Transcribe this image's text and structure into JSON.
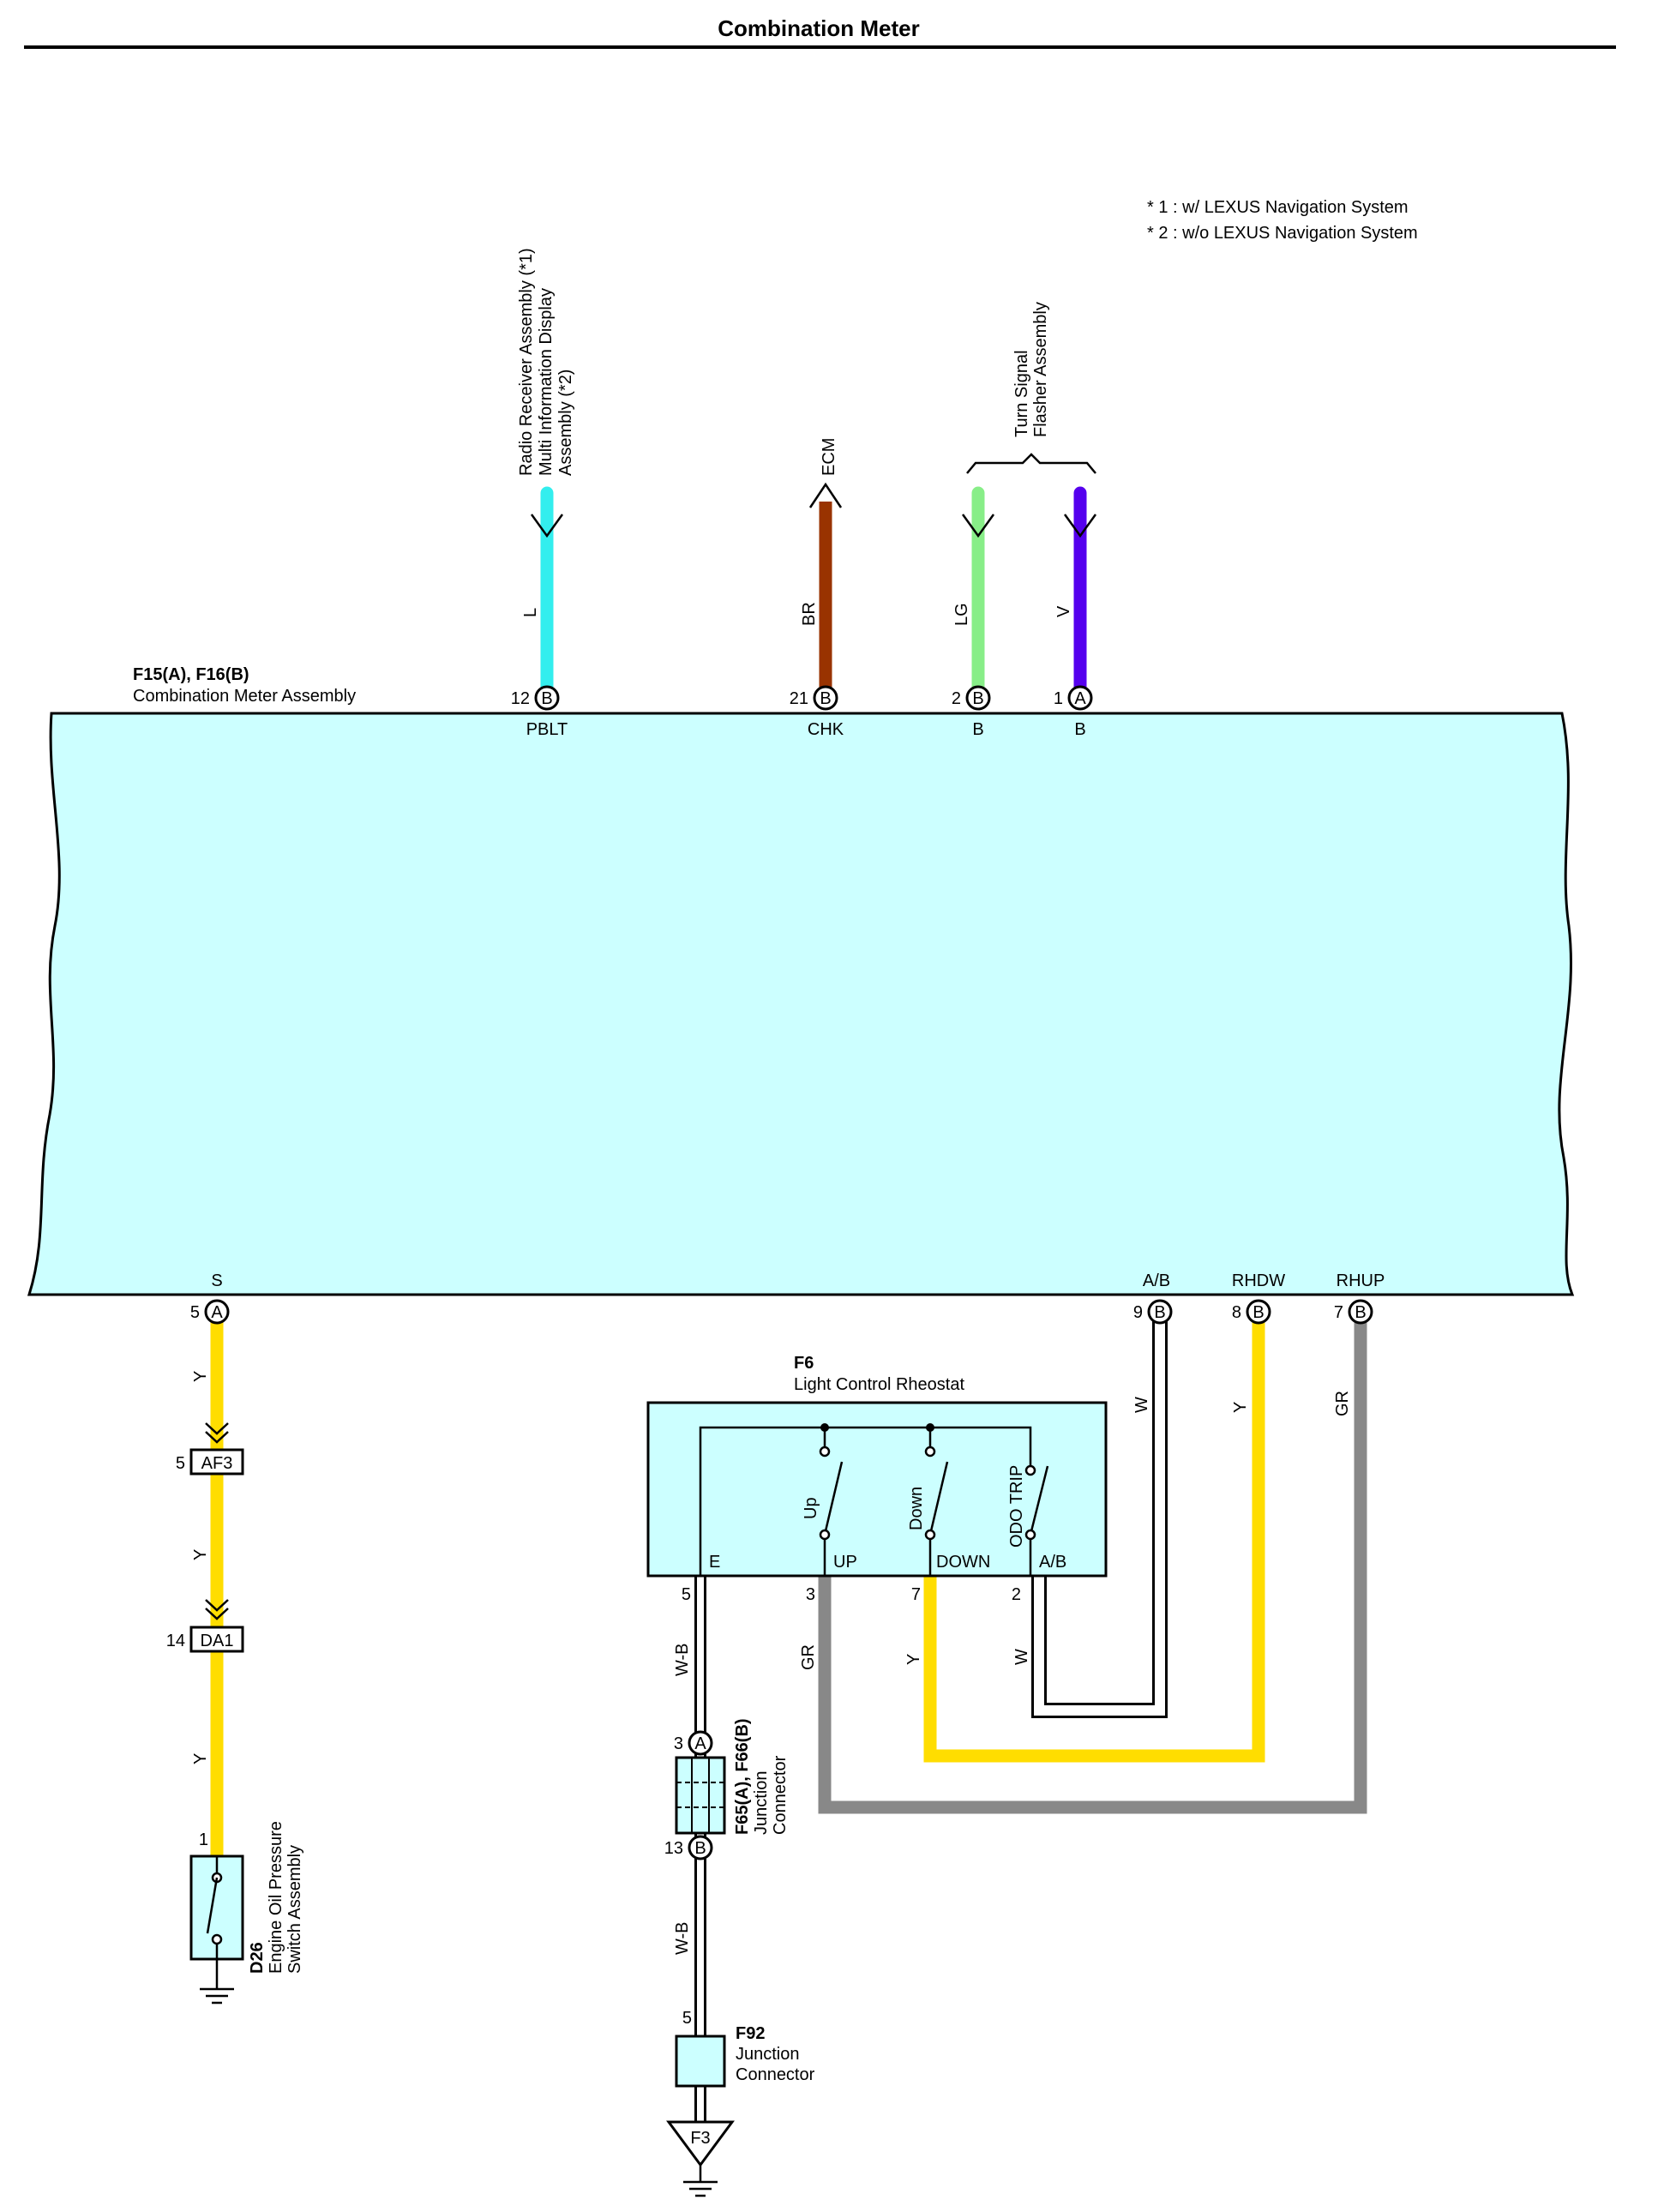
{
  "title": "Combination Meter",
  "notes": [
    "* 1 : w/ LEXUS Navigation System",
    "* 2 : w/o LEXUS Navigation System"
  ],
  "meter": {
    "ref": "F15(A), F16(B)",
    "name": "Combination Meter Assembly"
  },
  "top_pins": [
    {
      "num": "12",
      "conn": "B",
      "term": "PBLT",
      "wire": "L"
    },
    {
      "num": "21",
      "conn": "B",
      "term": "CHK",
      "wire": "BR"
    },
    {
      "num": "2",
      "conn": "B",
      "term": "B",
      "wire": "LG"
    },
    {
      "num": "1",
      "conn": "A",
      "term": "B",
      "wire": "V"
    }
  ],
  "bottom_pins": [
    {
      "num": "5",
      "conn": "A",
      "term": "S"
    },
    {
      "num": "9",
      "conn": "B",
      "term": "A/B"
    },
    {
      "num": "8",
      "conn": "B",
      "term": "RHDW"
    },
    {
      "num": "7",
      "conn": "B",
      "term": "RHUP"
    }
  ],
  "destinations": {
    "radio": [
      "Radio Receiver Assembly (*1)",
      "Multi Information Display",
      "Assembly (*2)"
    ],
    "ecm": "ECM",
    "turn": [
      "Turn Signal",
      "Flasher Assembly"
    ]
  },
  "wire_colors": {
    "L": "#33eeee",
    "BR": "#993300",
    "LG": "#88ee88",
    "V": "#5500ee",
    "Y": "#ffdd00",
    "GR": "#888888",
    "W": "#ffffff",
    "W-B": "#ffffff"
  },
  "wires": {
    "y": "Y",
    "w": "W",
    "gr": "GR",
    "wb": "W-B"
  },
  "left_path": {
    "af3": {
      "num": "5",
      "name": "AF3"
    },
    "da1": {
      "num": "14",
      "name": "DA1"
    },
    "sensor_pin": "1",
    "sensor": {
      "ref": "D26",
      "name": [
        "Engine Oil Pressure",
        "Switch Assembly"
      ]
    }
  },
  "rheostat": {
    "ref": "F6",
    "name": "Light Control Rheostat",
    "switches": [
      "Up",
      "Down",
      "ODO TRIP"
    ],
    "terms": [
      "E",
      "UP",
      "DOWN",
      "A/B"
    ],
    "pins": [
      "5",
      "3",
      "7",
      "2"
    ]
  },
  "junction": {
    "ref": "F65(A), F66(B)",
    "name": [
      "Junction",
      "Connector"
    ],
    "pin_a": {
      "num": "3",
      "conn": "A"
    },
    "pin_b": {
      "num": "13",
      "conn": "B"
    }
  },
  "f92": {
    "ref": "F92",
    "name": [
      "Junction",
      "Connector"
    ],
    "pin": "5"
  },
  "ground": "F3"
}
